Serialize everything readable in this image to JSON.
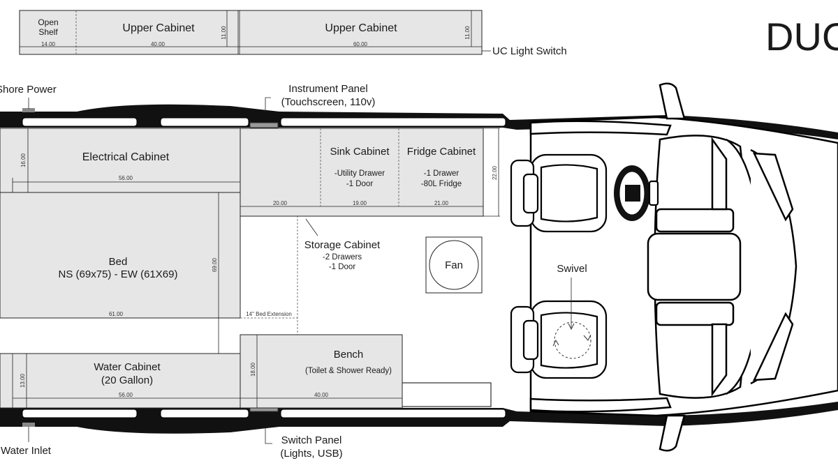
{
  "brand": "DUC",
  "upper": {
    "open_shelf_1": "Open",
    "open_shelf_2": "Shelf",
    "cab1": "Upper Cabinet",
    "cab2": "Upper Cabinet",
    "dim_shelf": "14.00",
    "dim_cab1": "40.00",
    "dim_cab2": "60.00",
    "dim_h1": "11.00",
    "dim_h2": "11.00",
    "uc_switch": "UC Light Switch"
  },
  "callouts": {
    "shore_power": "Shore Power",
    "instrument_1": "Instrument Panel",
    "instrument_2": "(Touchscreen, 110v)",
    "switch_1": "Switch Panel",
    "switch_2": "(Lights, USB)",
    "water_inlet": "Water Inlet"
  },
  "cabinets": {
    "electrical": "Electrical Cabinet",
    "electrical_w": "56.00",
    "electrical_h": "16.00",
    "sink": "Sink Cabinet",
    "sink_1": "-Utility Drawer",
    "sink_2": "-1 Door",
    "fridge": "Fridge Cabinet",
    "fridge_1": "-1 Drawer",
    "fridge_2": "-80L Fridge",
    "dim_20": "20.00",
    "dim_19": "19.00",
    "dim_21": "21.00",
    "dim_22": "22.00",
    "storage": "Storage Cabinet",
    "storage_1": "-2 Drawers",
    "storage_2": "-1 Door",
    "bed_1": "Bed",
    "bed_2": "NS (69x75) - EW (61X69)",
    "bed_w": "61.00",
    "bed_h": "69.00",
    "bed_ext": "14\" Bed Extension",
    "water": "Water Cabinet",
    "water_2": "(20 Gallon)",
    "water_w": "56.00",
    "water_h": "13.00",
    "bench": "Bench",
    "bench_2": "(Toilet & Shower Ready)",
    "bench_w": "40.00",
    "bench_h": "18.00",
    "fan": "Fan",
    "swivel": "Swivel"
  }
}
